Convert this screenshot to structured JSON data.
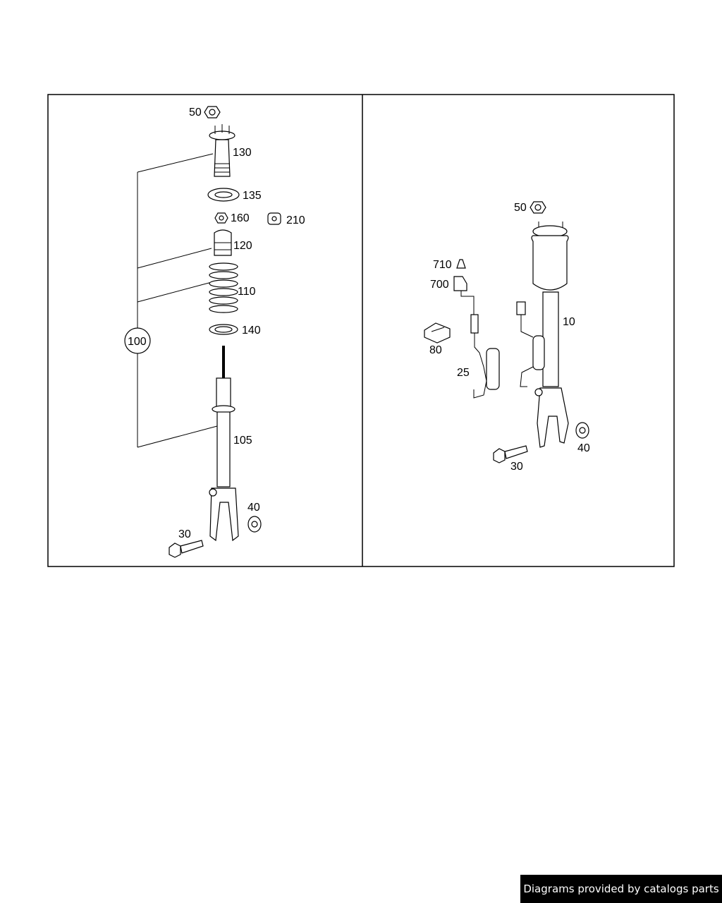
{
  "left_panel": {
    "callouts": {
      "c50": "50",
      "c130": "130",
      "c135": "135",
      "c160": "160",
      "c210": "210",
      "c120": "120",
      "c110": "110",
      "c140": "140",
      "c100": "100",
      "c105": "105",
      "c40": "40",
      "c30": "30"
    }
  },
  "right_panel": {
    "callouts": {
      "c50": "50",
      "c710": "710",
      "c700": "700",
      "c10": "10",
      "c80": "80",
      "c25": "25",
      "c40": "40",
      "c30": "30"
    }
  },
  "footer": {
    "credit": "Diagrams provided by catalogs parts"
  }
}
